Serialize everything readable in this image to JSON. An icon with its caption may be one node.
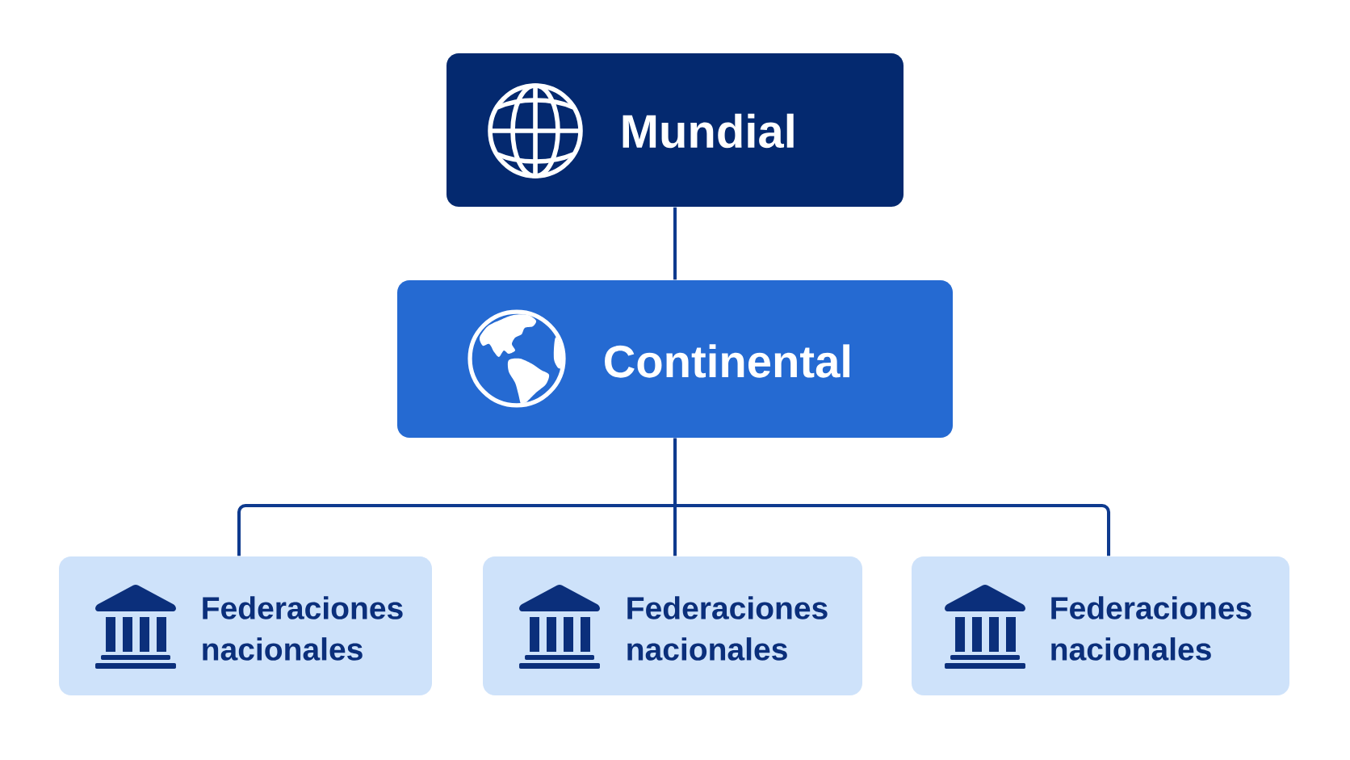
{
  "diagram": {
    "nodes": [
      {
        "text": [
          "Mundial"
        ]
      },
      {
        "text": [
          "Continental"
        ]
      },
      {
        "text": [
          "Federaciones nacionales"
        ]
      },
      {
        "text": [
          "Federaciones nacionales"
        ]
      },
      {
        "text": [
          "Federaciones nacionales"
        ]
      }
    ],
    "edges": [
      {
        "from": 0,
        "to": 1,
        "arrow": "none"
      },
      {
        "from": 1,
        "to": 2,
        "arrow": "none"
      },
      {
        "from": 1,
        "to": 3,
        "arrow": "none"
      },
      {
        "from": 1,
        "to": 4,
        "arrow": "none"
      }
    ]
  }
}
